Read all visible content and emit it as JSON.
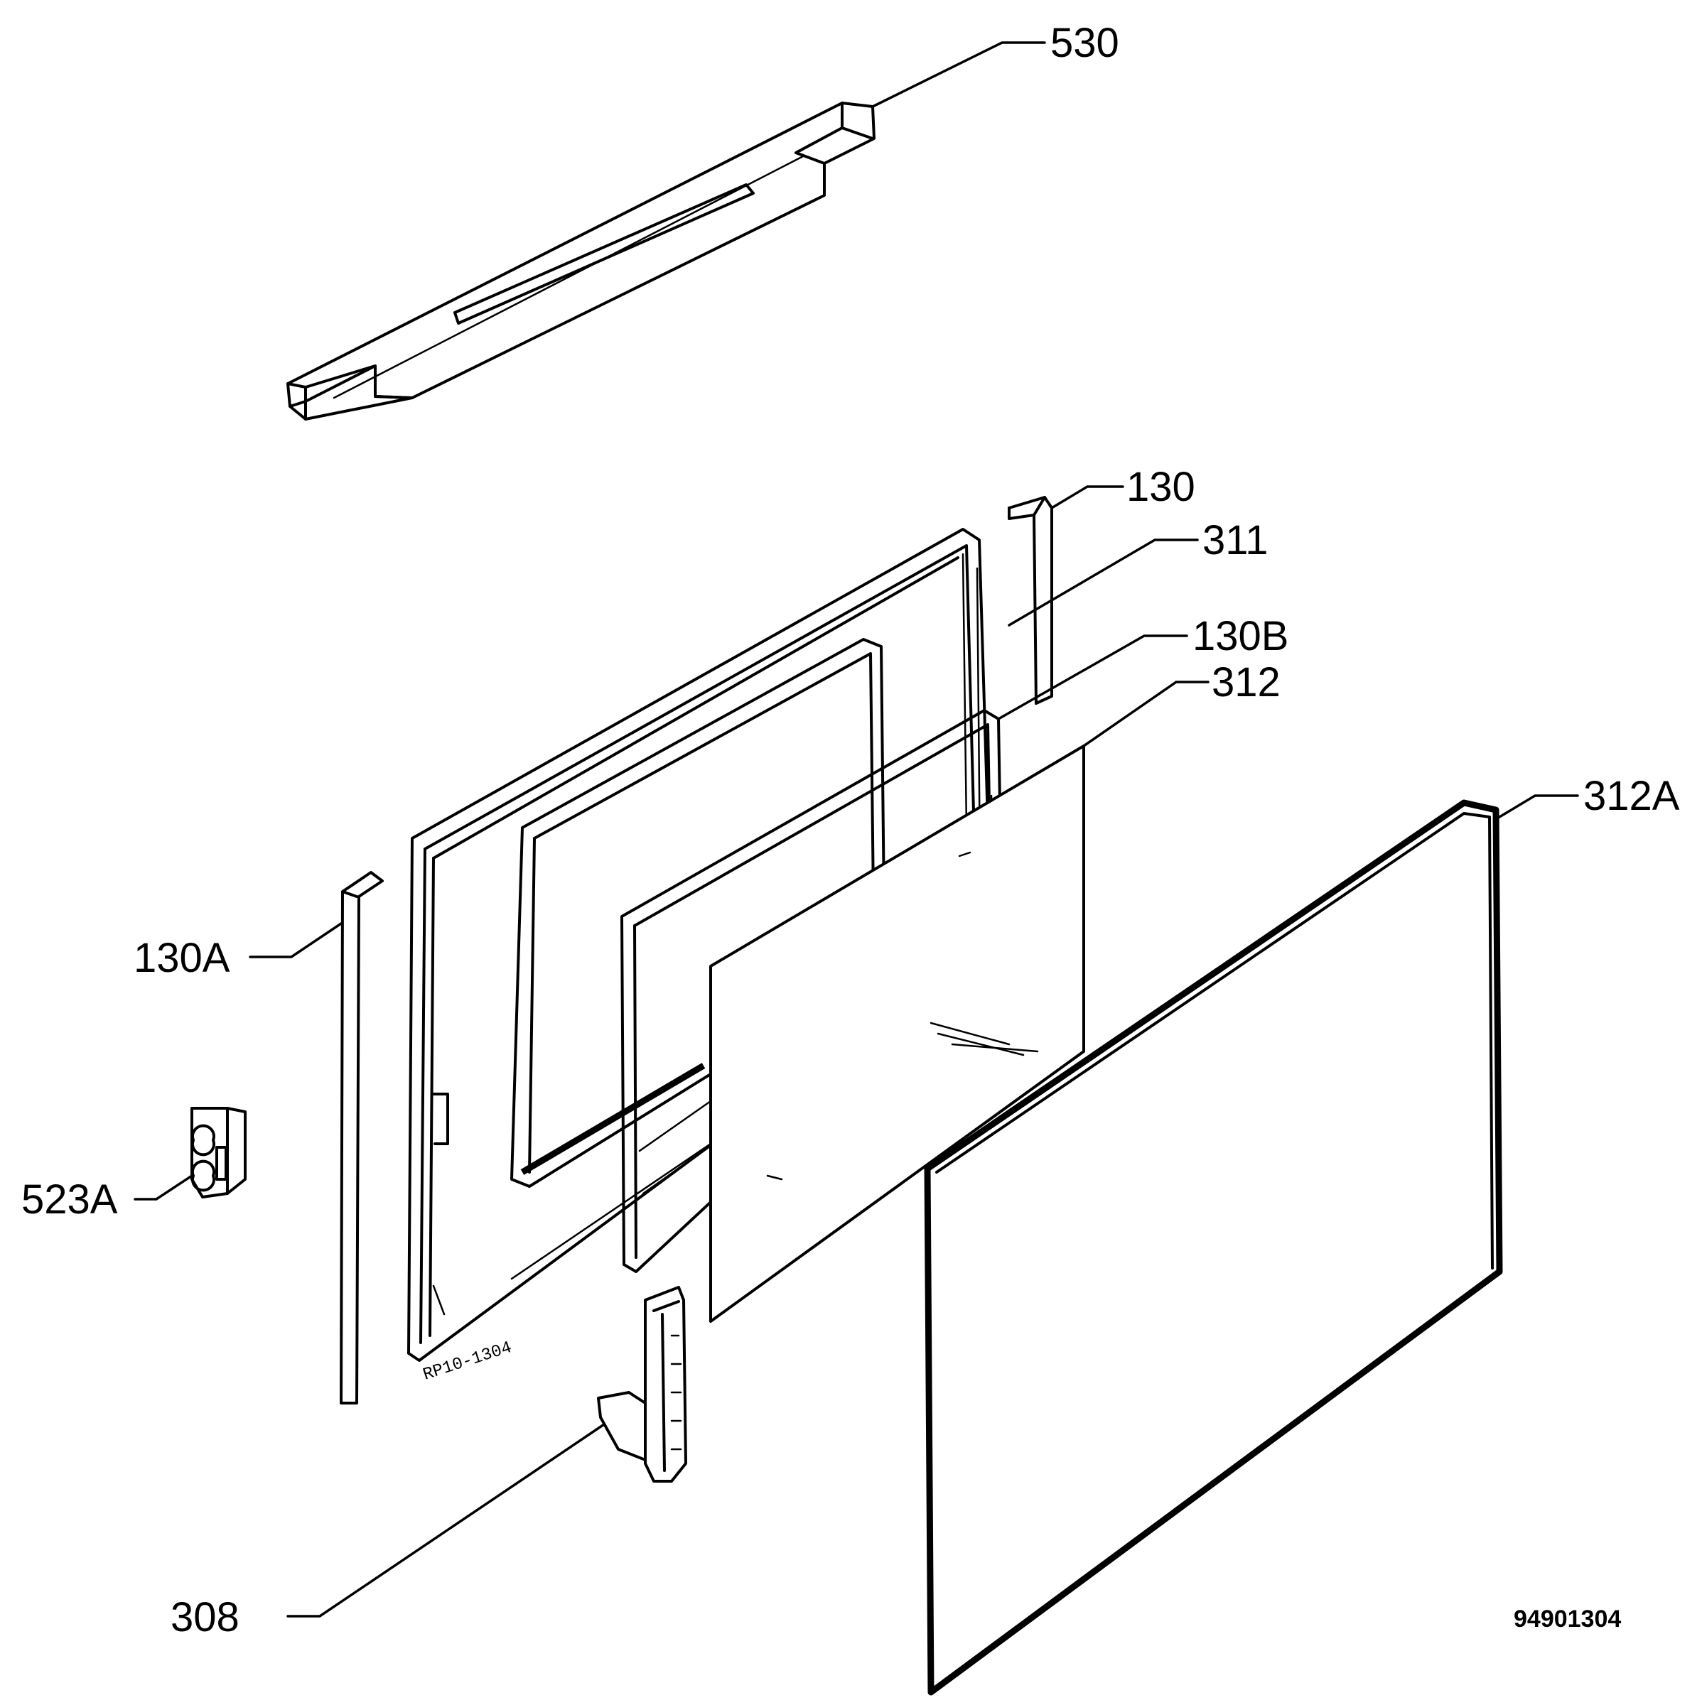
{
  "diagram": {
    "document_number": "94901304",
    "frame_stamp": "RP10-1304",
    "callouts": [
      {
        "id": "530",
        "label": "530"
      },
      {
        "id": "130",
        "label": "130"
      },
      {
        "id": "311",
        "label": "311"
      },
      {
        "id": "130B",
        "label": "130B"
      },
      {
        "id": "312",
        "label": "312"
      },
      {
        "id": "312A",
        "label": "312A"
      },
      {
        "id": "130A",
        "label": "130A"
      },
      {
        "id": "523A",
        "label": "523A"
      },
      {
        "id": "308",
        "label": "308"
      }
    ]
  }
}
